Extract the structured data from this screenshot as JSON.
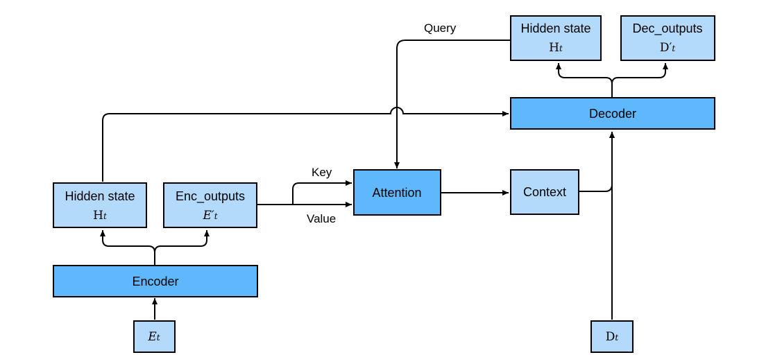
{
  "colors": {
    "light_box": "#b3d9fb",
    "dark_box": "#5fb8fb",
    "border": "#000000",
    "line": "#000000"
  },
  "nodes": {
    "encoder": {
      "label": "Encoder"
    },
    "decoder": {
      "label": "Decoder"
    },
    "attention": {
      "label": "Attention"
    },
    "context": {
      "label": "Context"
    },
    "enc_hidden": {
      "label": "Hidden state",
      "symbol": "H",
      "sub": "t"
    },
    "enc_outputs": {
      "label": "Enc_outputs",
      "symbol": "E′",
      "sub": "t"
    },
    "dec_hidden": {
      "label": "Hidden state",
      "symbol": "H",
      "sub": "t"
    },
    "dec_outputs": {
      "label": "Dec_outputs",
      "symbol": "D′",
      "sub": "t"
    },
    "enc_input": {
      "symbol": "E",
      "sub": "t"
    },
    "dec_input": {
      "symbol": "D",
      "sub": "t"
    }
  },
  "edges": {
    "query": "Query",
    "key": "Key",
    "value": "Value"
  }
}
